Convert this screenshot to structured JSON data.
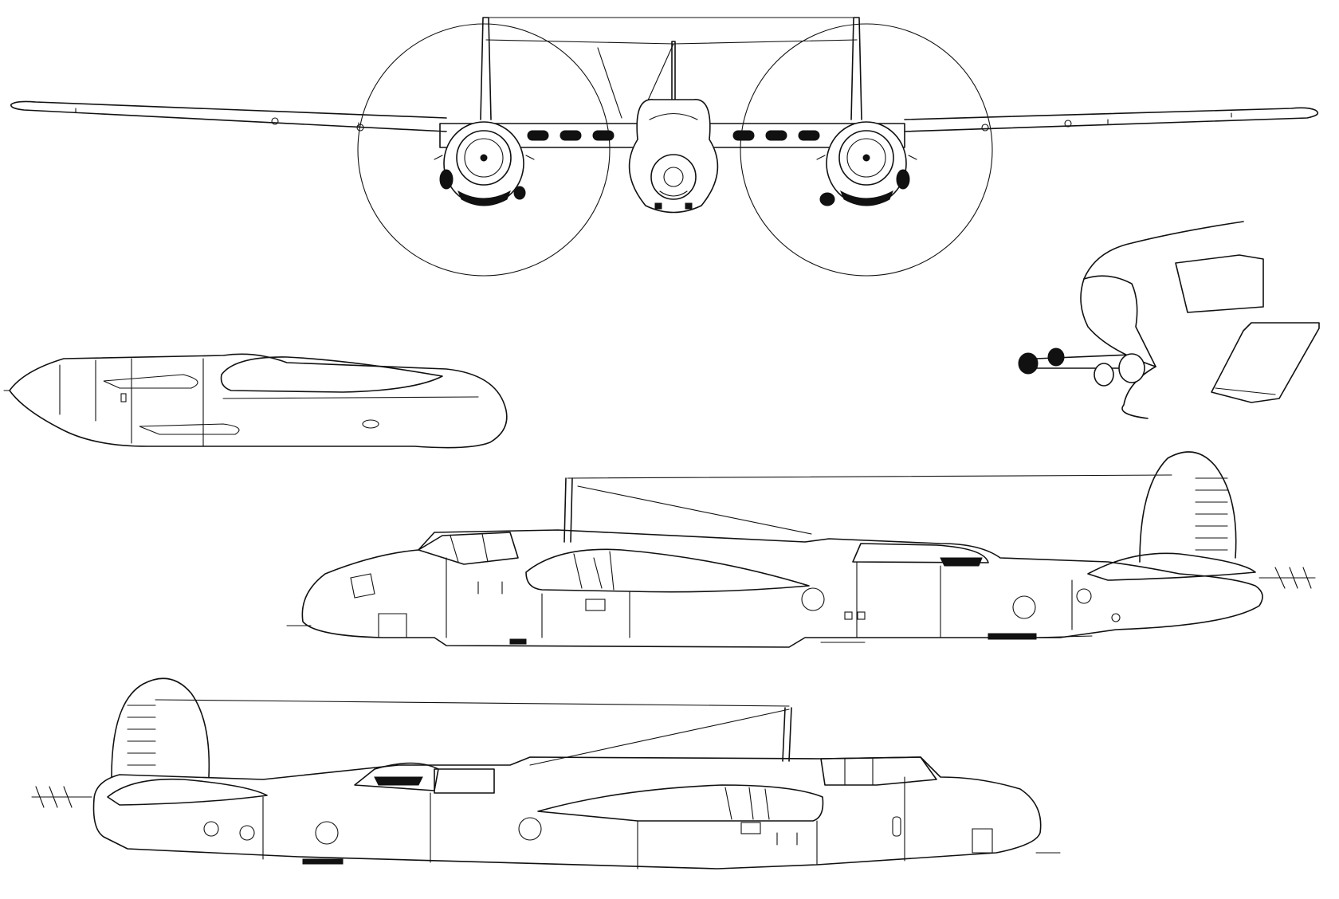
{
  "drawing": {
    "views": [
      {
        "id": "front-view"
      },
      {
        "id": "top-nacelle-view"
      },
      {
        "id": "nose-detail-view"
      },
      {
        "id": "side-view-left"
      },
      {
        "id": "side-view-right"
      }
    ],
    "line_color": "#111111",
    "background": "#ffffff"
  }
}
